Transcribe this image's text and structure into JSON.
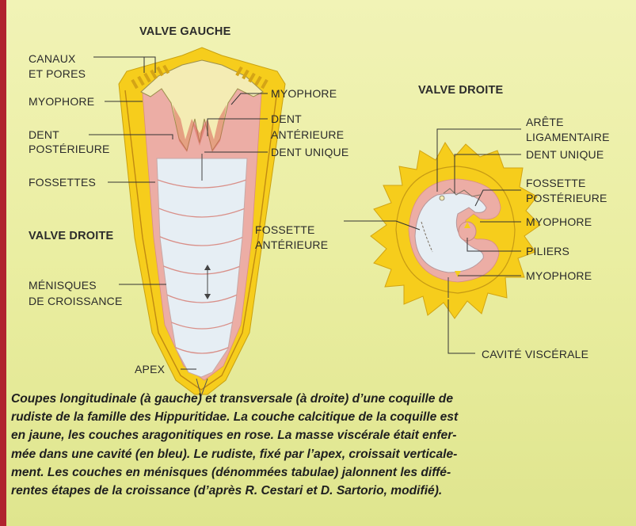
{
  "titles": {
    "valve_gauche": "VALVE GAUCHE",
    "valve_droite_left": "VALVE DROITE",
    "valve_droite_right": "VALVE DROITE"
  },
  "left_labels": {
    "canaux": "CANAUX",
    "et_pores": "ET PORES",
    "myophore_left": "MYOPHORE",
    "dent": "DENT",
    "posterieure": "POSTÉRIEURE",
    "fossettes": "FOSSETTES",
    "menisques": "MÉNISQUES",
    "de_croissance": "DE CROISSANCE",
    "apex": "APEX",
    "myophore_right": "MYOPHORE",
    "dent2": "DENT",
    "anterieure": "ANTÉRIEURE",
    "dent_unique": "DENT UNIQUE"
  },
  "right_labels": {
    "arete": "ARÊTE",
    "ligamentaire": "LIGAMENTAIRE",
    "dent_unique": "DENT UNIQUE",
    "fossette": "FOSSETTE",
    "posterieure": "POSTÉRIEURE",
    "myophore1": "MYOPHORE",
    "piliers": "PILIERS",
    "myophore2": "MYOPHORE",
    "fossette_ant": "FOSSETTE",
    "anterieure": "ANTÉRIEURE",
    "cavite": "CAVITÉ VISCÉRALE"
  },
  "caption_lines": [
    "Coupes longitudinale (à gauche) et transversale (à droite) d’une coquille de",
    "rudiste de la famille des Hippuritidae. La couche calcitique de la coquille est",
    "en jaune, les couches aragonitiques en rose. La masse viscérale était enfer-",
    "mée dans une cavité (en bleu). Le rudiste, fixé par l’apex, croissait verticale-",
    "ment. Les couches en ménisques (dénommées tabulae) jalonnent les diffé-",
    "rentes étapes de la croissance (d’après R. Cestari et D. Sartorio, modifié)."
  ],
  "colors": {
    "calcite_yellow": "#f6cd1c",
    "aragonite_pink": "#ecada5",
    "cavity_blue": "#e6eef4",
    "background": "#ebeeaa",
    "left_rule": "#b0232e"
  }
}
